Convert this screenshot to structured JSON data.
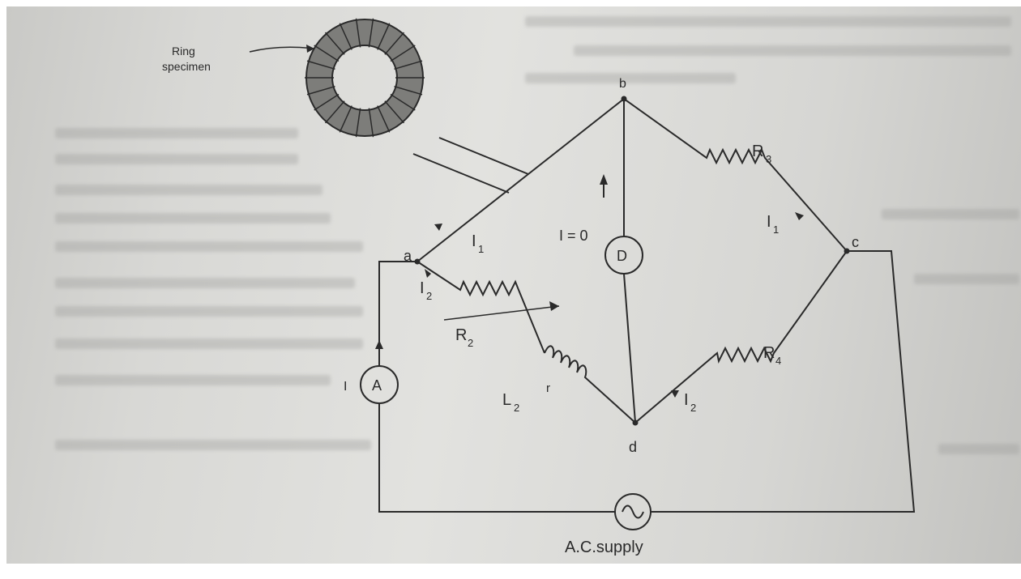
{
  "labels": {
    "ring_line1": "Ring",
    "ring_line2": "specimen",
    "node_a": "a",
    "node_b": "b",
    "node_c": "c",
    "node_d": "d",
    "r3": "R",
    "r3_sub": "3",
    "r2": "R",
    "r2_sub": "2",
    "r4": "R",
    "r4_sub": "4",
    "l2": "L",
    "l2_sub": "2",
    "r_small": "r",
    "i1_top": "I",
    "i1_top_sub": "1",
    "i1_right": "I",
    "i1_right_sub": "1",
    "i2_left": "I",
    "i2_left_sub": "2",
    "i2_bottom": "I",
    "i2_bottom_sub": "2",
    "detector_current": "I = 0",
    "detector": "D",
    "ammeter": "A",
    "ammeter_current": "I",
    "supply": "A.C.supply"
  },
  "colors": {
    "ink": "#2a2a2a",
    "ring_fill": "#7d7d7a"
  }
}
